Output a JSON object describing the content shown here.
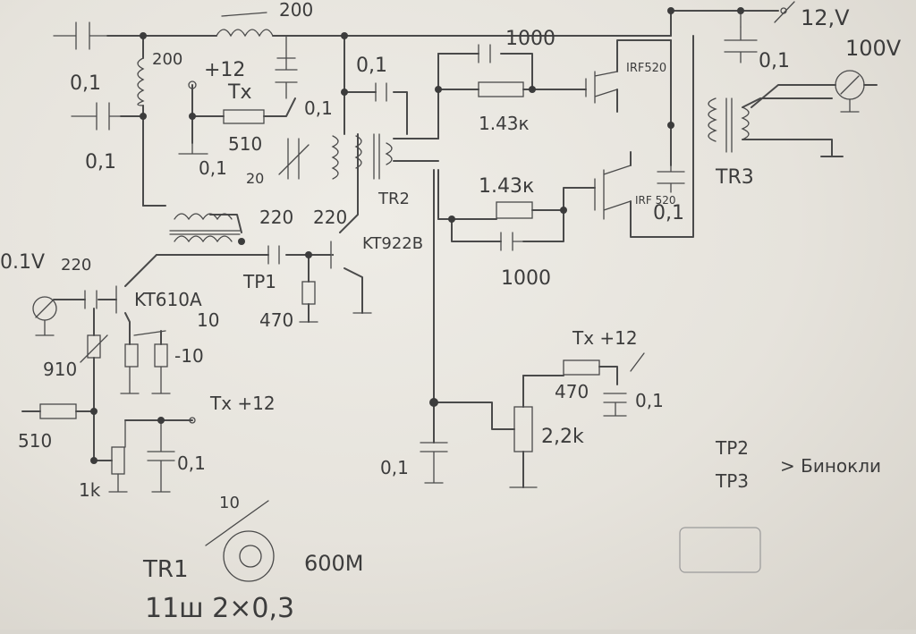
{
  "labels": {
    "top_inductor": "200",
    "supply_12v": "12,V",
    "out_100v": "100V",
    "cap_top_right": "0,1",
    "cap_1000_top": "1000",
    "res_143k_top": "1.43к",
    "mosfet_top": "IRF520",
    "mosfet_bottom": "IRF 520",
    "res_143k_mid": "1.43к",
    "cap_01_mid": "0,1",
    "cap_1000_bot": "1000",
    "tr3": "TR3",
    "tr2": "TR2",
    "kt922": "KT922B",
    "cap_01_center": "0,1",
    "ind_200_left": "200",
    "plus12_tx": "+12",
    "tx_label": "Tx",
    "cap_01_a": "0,1",
    "cap_01_b": "0,1",
    "cap_01_c": "0,1",
    "res_510_top": "510",
    "cap_01_d": "0,1",
    "trim_20": "20",
    "cap_220_a": "220",
    "cap_220_b": "220",
    "tp1": "TP1",
    "res_470": "470",
    "in_01v": "0.1V",
    "cap_220_in": "220",
    "kt610": "KT610A",
    "res_10_a": "10",
    "res_10_b": "-10",
    "res_910": "910",
    "res_510_bot": "510",
    "tx_plus12_bot": "Tx +12",
    "res_1k": "1k",
    "cap_01_e": "0,1",
    "tx_plus12_right": "Tx +12",
    "res_470_right": "470",
    "cap_01_f": "0,1",
    "trim_22k": "2,2k",
    "cap_01_g": "0,1",
    "tp2": "TP2",
    "tp3": "TP3",
    "binoc": "> Бинокли",
    "core_10": "10",
    "tr1": "TR1",
    "core_600m": "600M",
    "winding": "11ш 2×0,3"
  }
}
